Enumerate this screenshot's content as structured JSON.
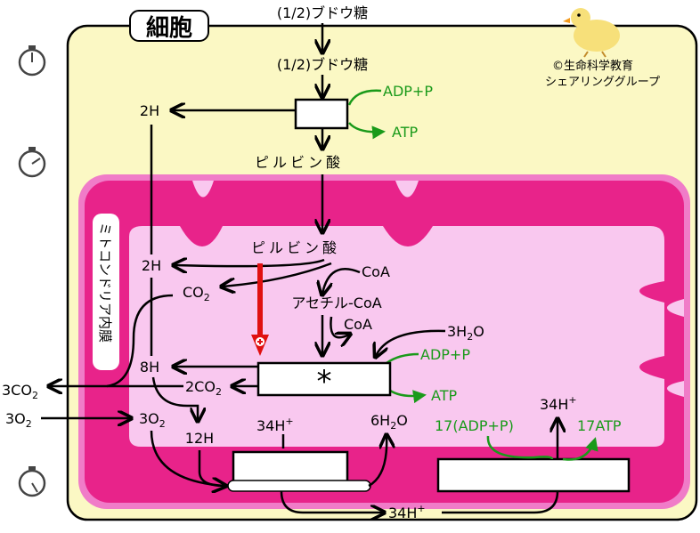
{
  "cell_label": "細胞",
  "membrane_label": "ミトコンドリア内膜",
  "credit": {
    "line1": "©生命科学教育",
    "line2": "シェアリンググループ"
  },
  "colors": {
    "cytoplasm": "#fbf8c4",
    "mito_outer": "#f07cc8",
    "mito_inner": "#e8238a",
    "matrix": "#f9c8ef",
    "green": "#1a9a1a",
    "red": "#e01010"
  },
  "glycolysis": {
    "glucose_top": "(1/2)ブドウ糖",
    "glucose_in": "(1/2)ブドウ糖",
    "adp_p": "ADP+P",
    "atp": "ATP",
    "h2": "2H",
    "pyruvate": "ピルビン酸"
  },
  "mito": {
    "pyruvate": "ピルビン酸",
    "h2": "2H",
    "coa_in": "CoA",
    "co2": "CO",
    "co2_sub": "2",
    "acetyl_coa": "アセチル-CoA",
    "coa_out": "CoA",
    "h2o3": "3H",
    "h2o3_sub": "2",
    "h2o3_tail": "O",
    "adp_p": "ADP+P",
    "atp": "ATP",
    "asterisk": "*",
    "h8": "8H",
    "co2_2": "2CO",
    "co2_2_sub": "2",
    "o2_3": "3O",
    "o2_3_sub": "2",
    "h12": "12H",
    "h34_left": "34H",
    "h34_plus": "+",
    "h2o_6": "6H",
    "h2o_6_sub": "2",
    "h2o_6_tail": "O",
    "h34_right": "34H",
    "adp17": "17(ADP+P)",
    "atp17": "17ATP",
    "h34_bottom": "34H"
  },
  "outside": {
    "co2_3": "3CO",
    "co2_3_sub": "2",
    "o2_3": "3O",
    "o2_3_sub": "2"
  },
  "icons": [
    "stopwatch-icon",
    "stopwatch-icon",
    "stopwatch-icon",
    "duck-mascot-icon"
  ]
}
